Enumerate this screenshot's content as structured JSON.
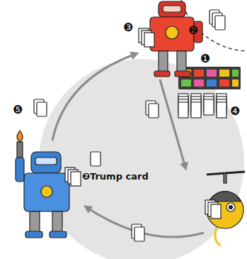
{
  "diagram": {
    "labels": [
      "❷",
      "❸",
      "❶",
      "❹",
      "❺",
      "❷Trump card"
    ]
  }
}
